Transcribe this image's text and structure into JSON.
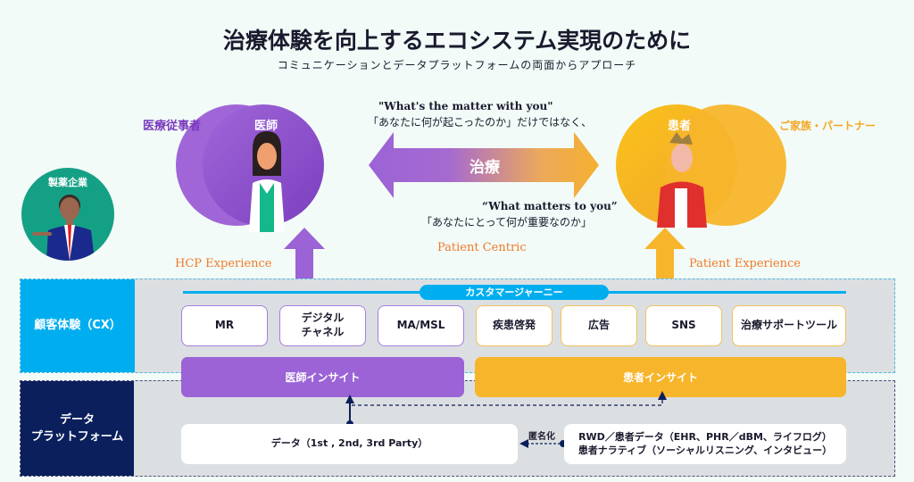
{
  "header": {
    "title": "治療体験を向上するエコシステム実現のために",
    "subtitle": "コミュニケーションとデータプラットフォームの両面からアプローチ"
  },
  "actors": {
    "pharma": "製薬企業",
    "hcp_group": "医療従事者",
    "doctor": "医師",
    "patient": "患者",
    "family": "ご家族・パートナー"
  },
  "dialogue": {
    "q1_en": "\"What's the matter with you\"",
    "q1_ja": "「あなたに何が起こったのか」だけではなく、",
    "center": "治療",
    "q2_en": "“What matters to you”",
    "q2_ja": "「あなたにとって何が重要なのか」"
  },
  "experience": {
    "hcp": "HCP Experience",
    "center": "Patient Centric",
    "patient": "Patient Experience"
  },
  "cx": {
    "label": "顧客体験（CX）",
    "journey": "カスタマージャーニー",
    "hcp_channels": [
      {
        "label": "MR"
      },
      {
        "label": "デジタル\nチャネル"
      },
      {
        "label": "MA/MSL"
      }
    ],
    "patient_channels": [
      {
        "label": "疾患啓発"
      },
      {
        "label": "広告"
      },
      {
        "label": "SNS"
      },
      {
        "label": "治療サポートツール"
      }
    ],
    "doctor_insight": "医師インサイト",
    "patient_insight": "患者インサイト"
  },
  "data_platform": {
    "label": "データ\nプラットフォーム",
    "data": "データ（1st , 2nd, 3rd Party）",
    "anonymize": "匿名化",
    "rwd_line1": "RWD／患者データ（EHR、PHR／dBM、ライフログ）",
    "rwd_line2": "患者ナラティブ（ソーシャルリスニング、インタビュー）"
  },
  "colors": {
    "purple": "#9b63d6",
    "orange": "#f7b52b",
    "blue": "#00aeef",
    "navy": "#0a1f5c",
    "teal": "#14a085",
    "accent_text": "#f07a2a"
  }
}
